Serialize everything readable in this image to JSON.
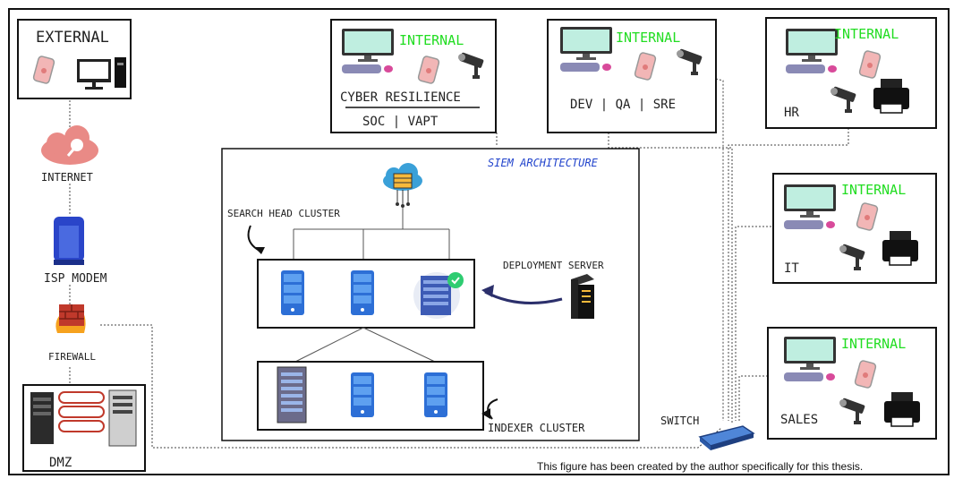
{
  "figure": {
    "caption": "This figure has been created by the author specifically for this thesis."
  },
  "left_chain": {
    "external_label": "EXTERNAL",
    "internet_label": "INTERNET",
    "modem_label": "ISP MODEM",
    "firewall_label": "FIREWALL",
    "dmz_label": "DMZ"
  },
  "siem": {
    "title": "SIEM ARCHITECTURE",
    "search_head_label": "SEARCH HEAD CLUSTER",
    "deployment_label": "DEPLOYMENT SERVER",
    "indexer_label": "INDEXER CLUSTER"
  },
  "internal_label": "INTERNAL",
  "departments": {
    "cyber_line1": "CYBER RESILIENCE",
    "cyber_line2": "SOC | VAPT",
    "dev": "DEV | QA | SRE",
    "hr": "HR",
    "it": "IT",
    "sales": "SALES"
  },
  "switch_label": "SWITCH",
  "colors": {
    "internal_green": "#22dd22",
    "server_blue": "#2d6fd6",
    "arrow_navy": "#2b2f6b",
    "cloud_pink": "#e98a86",
    "firewall_red": "#c0392b"
  }
}
